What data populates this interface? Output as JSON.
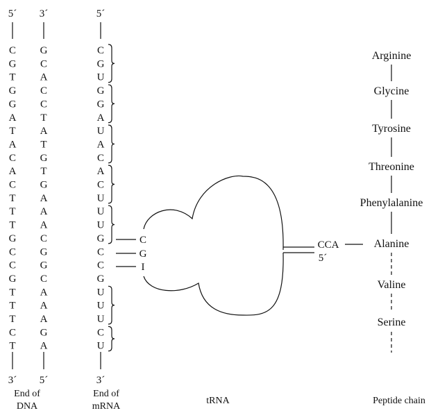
{
  "dna_left": {
    "top_label": "5´",
    "bottom_label": "3´",
    "bases": [
      "C",
      "G",
      "T",
      "G",
      "G",
      "A",
      "T",
      "A",
      "C",
      "A",
      "C",
      "T",
      "T",
      "T",
      "G",
      "C",
      "C",
      "G",
      "T",
      "T",
      "T",
      "C",
      "T"
    ]
  },
  "dna_right": {
    "top_label": "3´",
    "bottom_label": "5´",
    "bases": [
      "G",
      "C",
      "A",
      "C",
      "C",
      "T",
      "A",
      "T",
      "G",
      "T",
      "G",
      "A",
      "A",
      "A",
      "C",
      "G",
      "G",
      "C",
      "A",
      "A",
      "A",
      "G",
      "A"
    ]
  },
  "mrna": {
    "top_label": "5´",
    "bottom_label": "3´",
    "bases": [
      "C",
      "G",
      "U",
      "G",
      "G",
      "A",
      "U",
      "A",
      "C",
      "A",
      "C",
      "U",
      "U",
      "U",
      "G",
      "C",
      "C",
      "G",
      "U",
      "U",
      "U",
      "C",
      "U"
    ]
  },
  "anticodon": [
    "C",
    "G",
    "I"
  ],
  "trna": {
    "cca_label": "CCA",
    "five_prime_label": "5´"
  },
  "peptide": {
    "residues": [
      "Arginine",
      "Glycine",
      "Tyrosine",
      "Threonine",
      "Phenylalanine",
      "Alanine",
      "Valine",
      "Serine"
    ]
  },
  "captions": {
    "dna_line1": "End of",
    "dna_line2": "DNA",
    "mrna_line1": "End of",
    "mrna_line2": "mRNA",
    "trna": "tRNA",
    "peptide": "Peptide chain"
  }
}
